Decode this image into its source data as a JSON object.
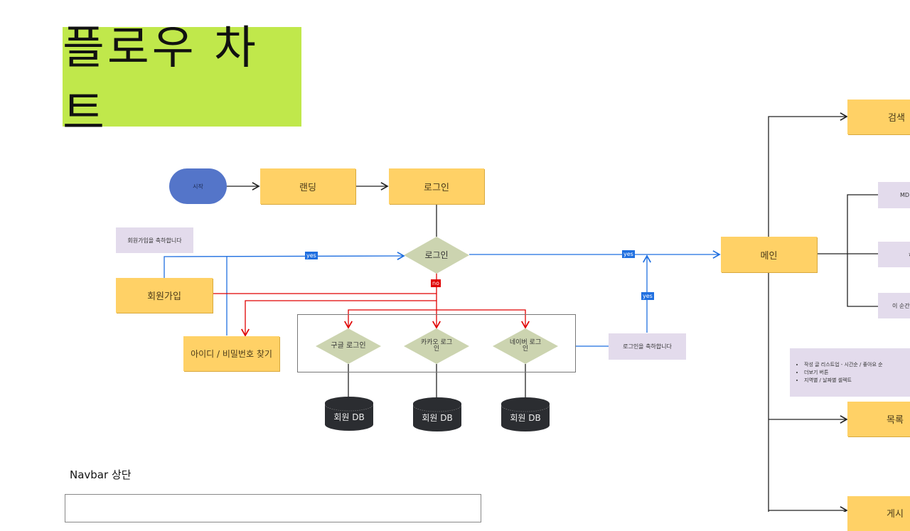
{
  "title": "플로우 차트",
  "colors": {
    "title_bg": "#c0e84b",
    "process": "#ffd166",
    "note": "#e3dbec",
    "terminal": "#5475c9",
    "decision": "#ccd4b0",
    "database": "#2b2d31",
    "yes_line": "#1f6fe0",
    "no_line": "#e00000"
  },
  "nodes": {
    "start": "시작",
    "landing": "랜딩",
    "login_box": "로그인",
    "login_decision": "로그인",
    "signup": "회원가입",
    "signup_note": "회원가입을 축하합니다",
    "find_account": "아이디 / 비밀번호 찾기",
    "google_login": "구글 로그인",
    "kakao_login": "카카오 로그인",
    "naver_login": "네이버 로그인",
    "db1": "회원 DB",
    "db2": "회원 DB",
    "db3": "회원 DB",
    "login_note": "로그인을 축하합니다",
    "main": "메인",
    "search": "검색",
    "md": "MD",
    "branch_partial": "ㅎ",
    "moment": "이 순간",
    "list": "목록",
    "last_partial": "게시"
  },
  "main_note": {
    "items": [
      "작성 글 리스트업 - 시간순 / 좋아요 순",
      "더보기 버튼",
      "지역별 / 날짜별 셀렉트"
    ]
  },
  "edge_labels": {
    "yes1": "yes",
    "yes2": "yes",
    "yes3": "yes",
    "no1": "no"
  },
  "section": {
    "navbar_label": "Navbar 상단"
  }
}
